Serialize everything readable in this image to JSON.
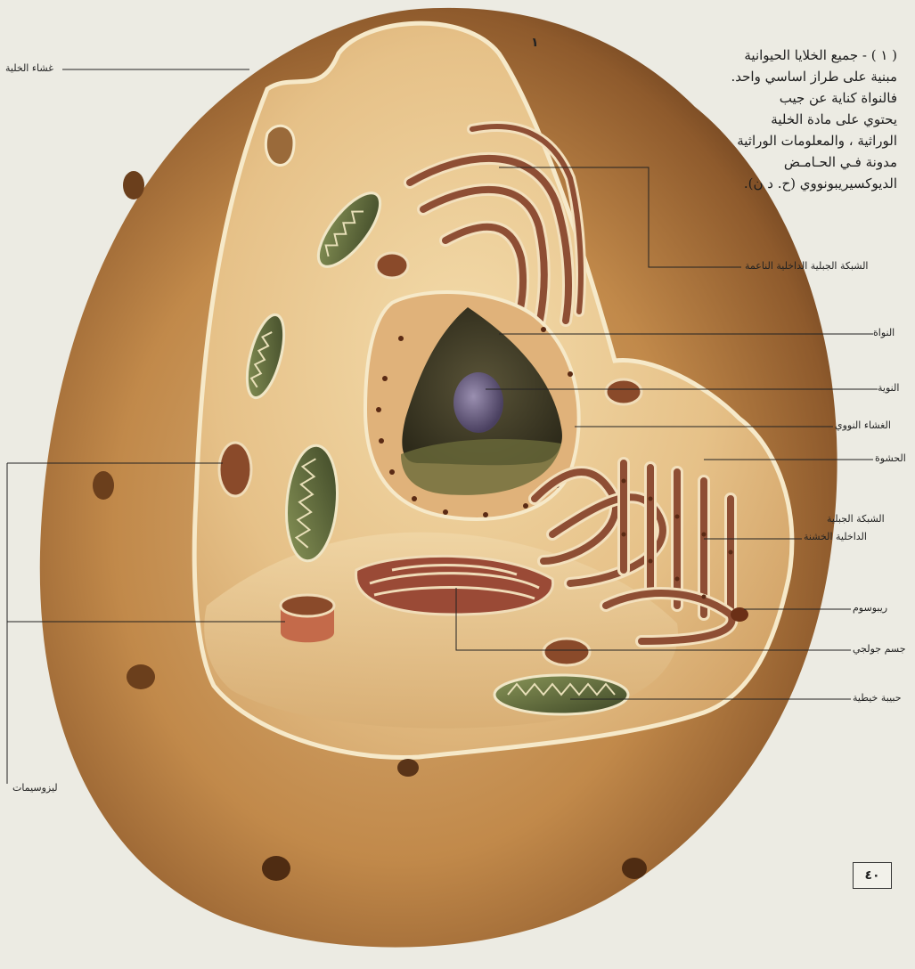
{
  "figure": {
    "number": "١",
    "caption_lines": [
      "( ١ ) - جميع الخلايا الحيوانية",
      "مبنية على طراز اساسي واحد.",
      "فالنواة كناية عن جيب",
      "يحتوي على مادة الخلية",
      "الوراثية ، والمعلومات الوراثية",
      "مدونة فـي الحـامـض",
      "الديوكسيريبونووي (ح. د ن)."
    ],
    "labels": {
      "cell_membrane": "غشاء الخلية",
      "smooth_er": "الشبكة الجبلية الداخلية الناعمة",
      "nucleus": "النواة",
      "nucleolus": "النوية",
      "nuclear_membrane": "الغشاء النووي",
      "cytoplasm": "الحشوة",
      "rough_er_line1": "الشبكة الجبلية",
      "rough_er_line2": "الداخلية الخشنة",
      "ribosome": "ريبوسوم",
      "golgi": "جسم جولجي",
      "mitochondrion": "حبيبة خيطية",
      "lysosomes": "ليزوسيمات"
    }
  },
  "page": {
    "number": "٤٠"
  },
  "colors": {
    "cell_outer": "#c99a5c",
    "cell_inner": "#e8c792",
    "membrane": "#f6e9c9",
    "mitochondria": "#5c6a3a",
    "er": "#9a5a3c",
    "nucleus_dark": "#3b3a28",
    "nucleolus": "#6d6280"
  }
}
